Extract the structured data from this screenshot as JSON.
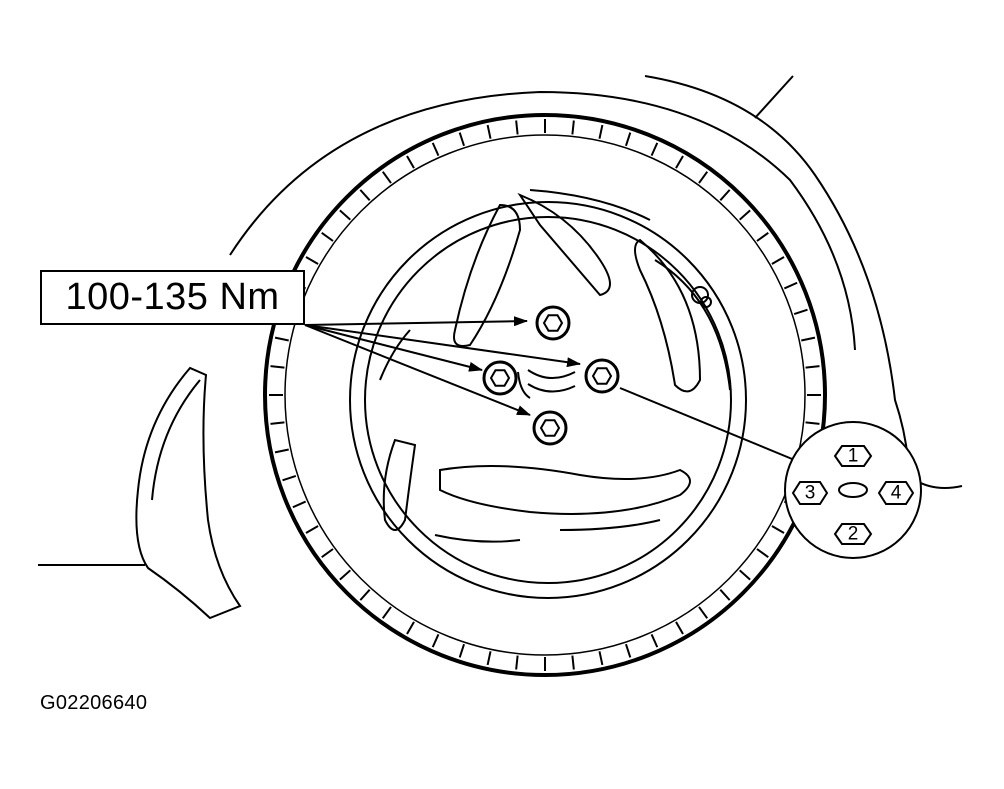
{
  "torque_callout": "100-135 Nm",
  "figure_id": "G02206640",
  "tightening_sequence": [
    "1",
    "2",
    "3",
    "4"
  ],
  "icons": {
    "wheel": "wheel-icon",
    "lug_nut": "lug-nut-icon",
    "valve_stem": "valve-stem-icon",
    "fender": "fender-icon",
    "mudflap": "mudflap-icon",
    "sequence_inset": "sequence-inset-icon"
  },
  "colors": {
    "line": "#000000",
    "background": "#ffffff"
  }
}
